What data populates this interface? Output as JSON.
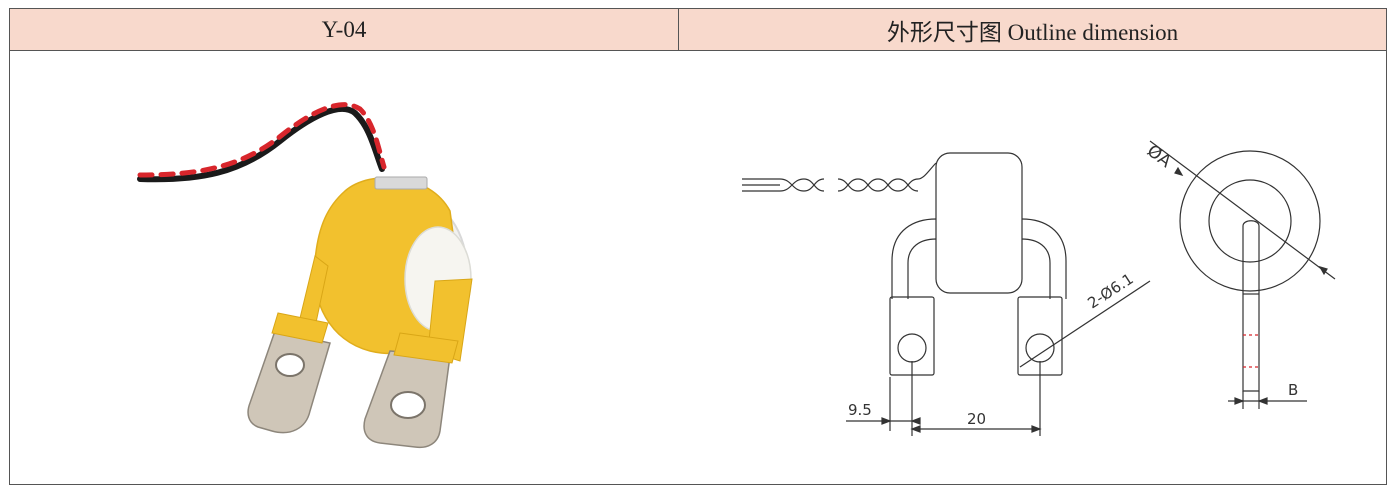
{
  "header": {
    "model": "Y-04",
    "outline_title": "外形尺寸图  Outline dimension"
  },
  "drawing": {
    "dim_offset": "9.5",
    "dim_pitch": "20",
    "dim_holes": "2-Ø6.1",
    "dim_diameter": "ØA",
    "dim_thickness": "B"
  },
  "colors": {
    "header_bg": "#f8d9cc",
    "core_yellow": "#f2c12e",
    "wire_red": "#d8262c",
    "wire_black": "#1a1a1a",
    "terminal_metal": "#cfc6b8"
  }
}
